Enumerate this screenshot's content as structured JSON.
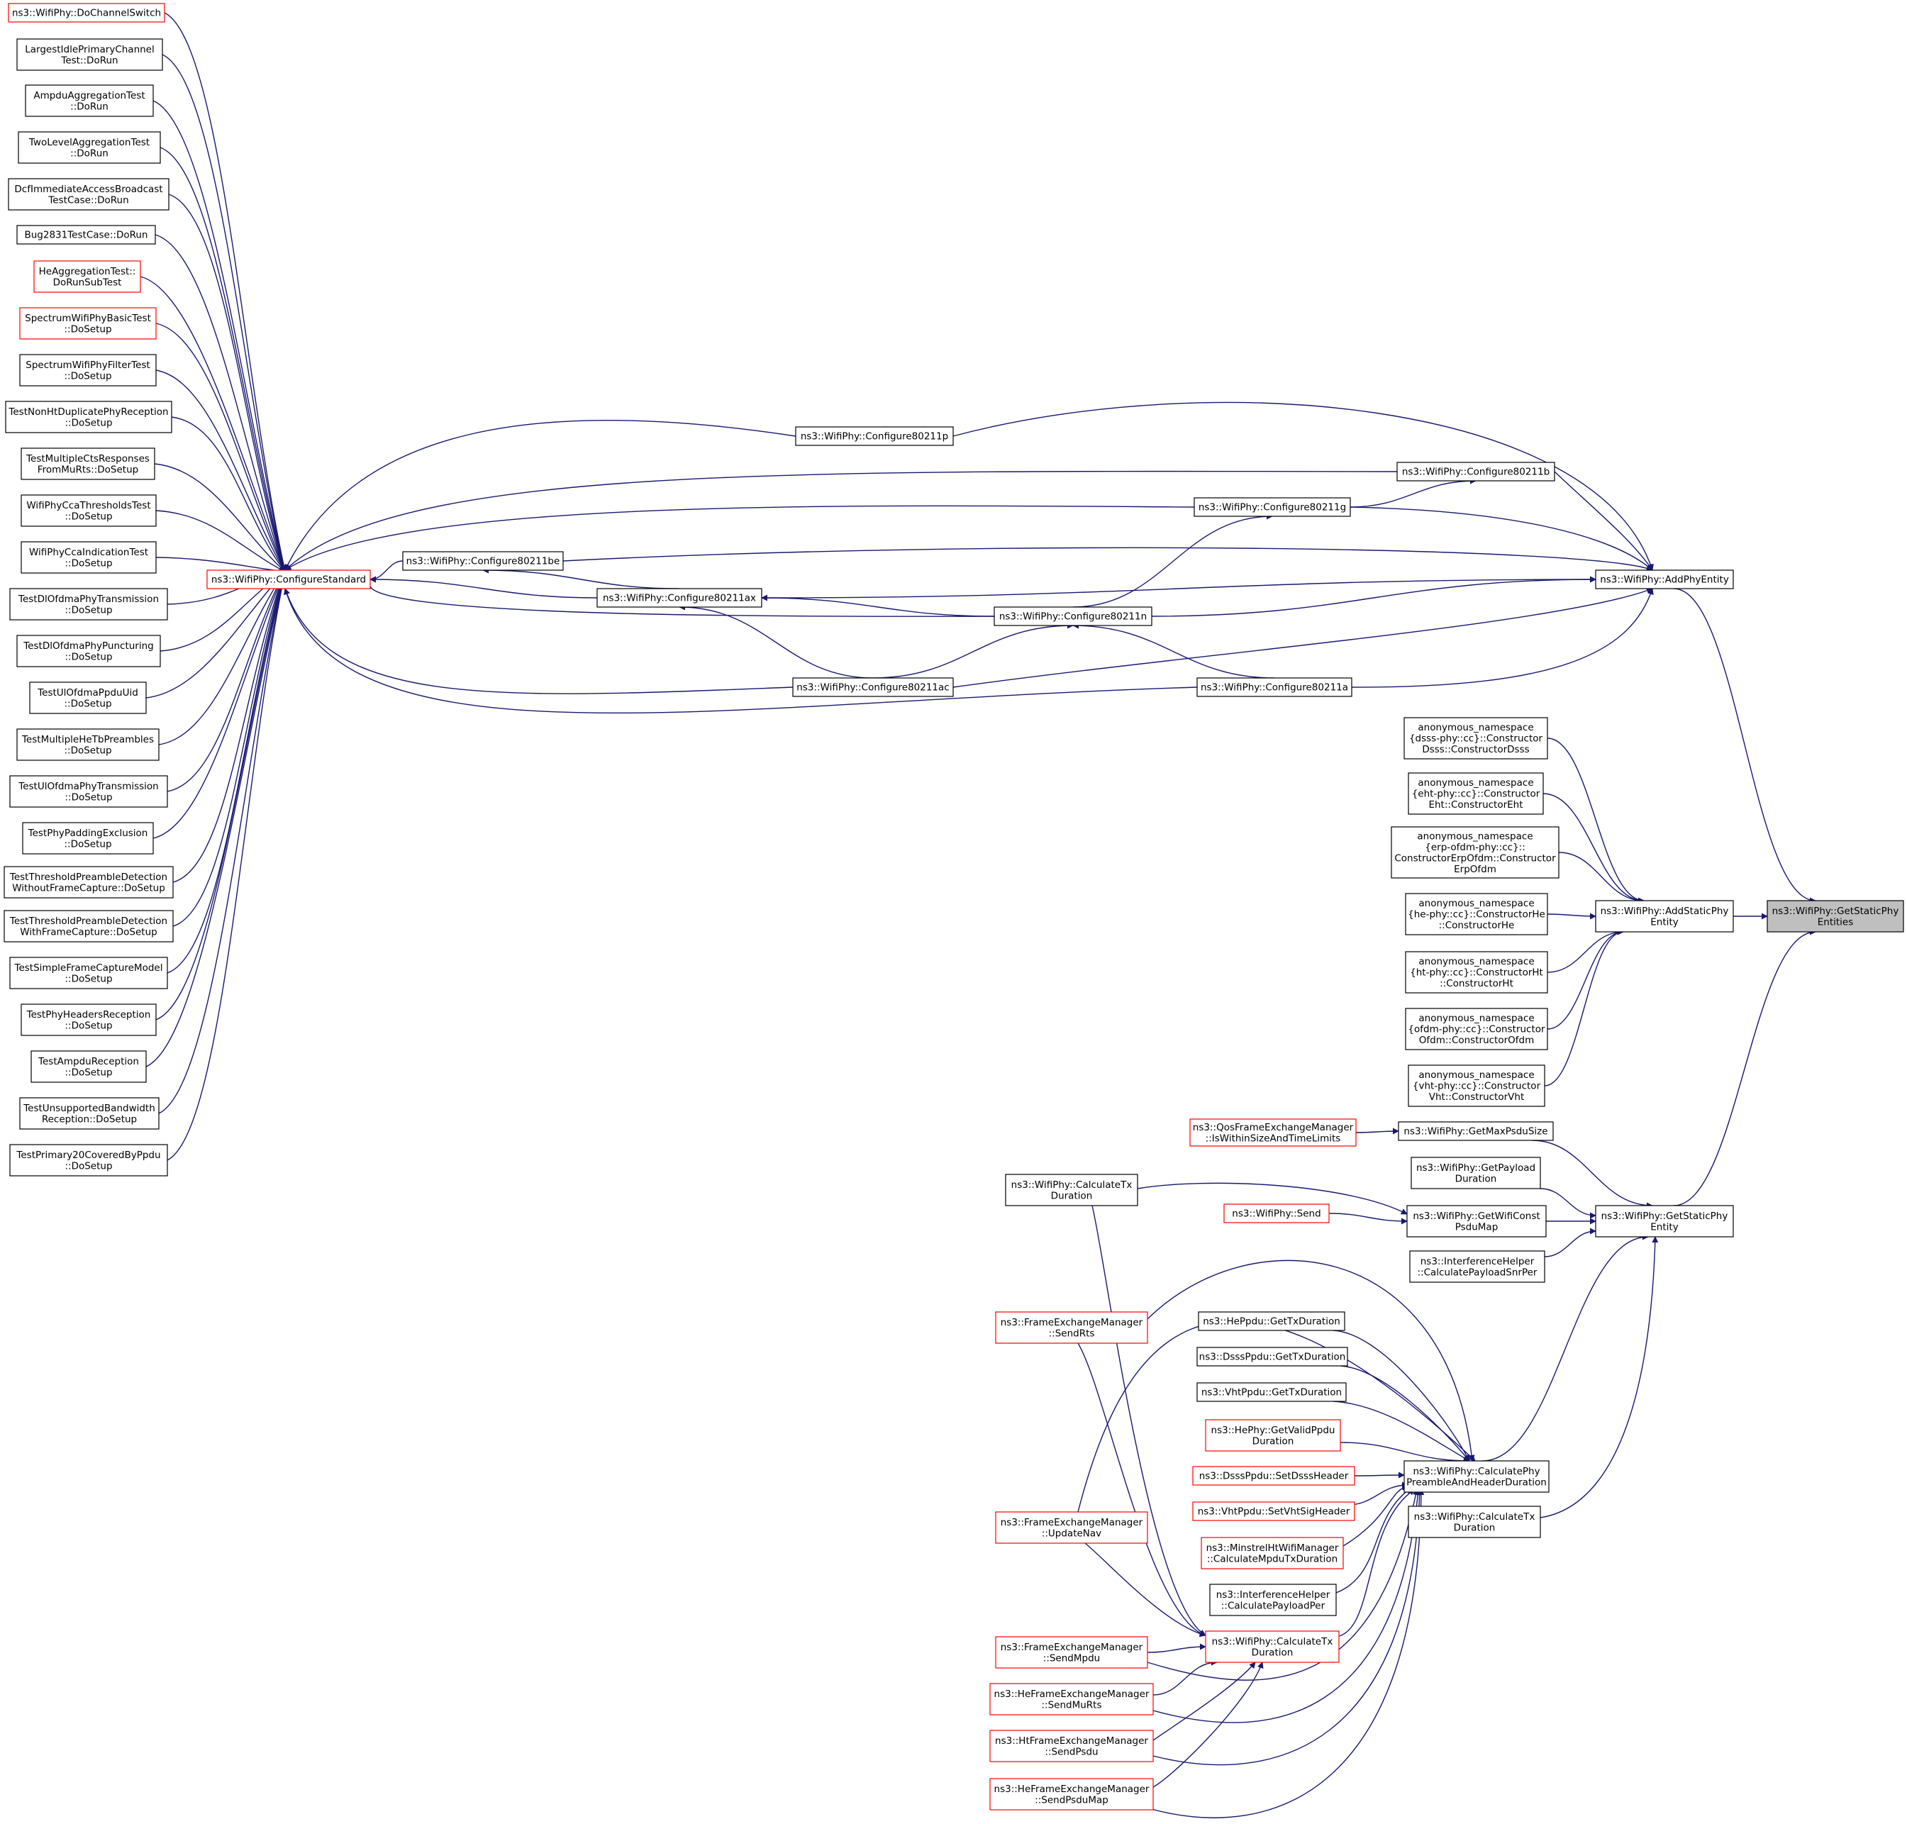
{
  "graph": {
    "kind": "doxygen-caller-graph",
    "edge_color": "#191970",
    "box_border_default": "#000000",
    "box_border_truncated": "#ff0000",
    "box_fill_target": "#bfbfbf",
    "nodes": [
      {
        "id": "n1",
        "lines": [
          "ns3::WifiPhy::DoChannelSwitch"
        ],
        "style": "red"
      },
      {
        "id": "n2",
        "lines": [
          "LargestIdlePrimaryChannel",
          "Test::DoRun"
        ],
        "style": "black"
      },
      {
        "id": "n3",
        "lines": [
          "AmpduAggregationTest",
          "::DoRun"
        ],
        "style": "black"
      },
      {
        "id": "n4",
        "lines": [
          "TwoLevelAggregationTest",
          "::DoRun"
        ],
        "style": "black"
      },
      {
        "id": "n5",
        "lines": [
          "DcfImmediateAccessBroadcast",
          "TestCase::DoRun"
        ],
        "style": "black"
      },
      {
        "id": "n6",
        "lines": [
          "Bug2831TestCase::DoRun"
        ],
        "style": "black"
      },
      {
        "id": "n7",
        "lines": [
          "HeAggregationTest::",
          "DoRunSubTest"
        ],
        "style": "red"
      },
      {
        "id": "n8",
        "lines": [
          "SpectrumWifiPhyBasicTest",
          "::DoSetup"
        ],
        "style": "red"
      },
      {
        "id": "n9",
        "lines": [
          "SpectrumWifiPhyFilterTest",
          "::DoSetup"
        ],
        "style": "black"
      },
      {
        "id": "n10",
        "lines": [
          "TestNonHtDuplicatePhyReception",
          "::DoSetup"
        ],
        "style": "black"
      },
      {
        "id": "n11",
        "lines": [
          "TestMultipleCtsResponses",
          "FromMuRts::DoSetup"
        ],
        "style": "black"
      },
      {
        "id": "n12",
        "lines": [
          "WifiPhyCcaThresholdsTest",
          "::DoSetup"
        ],
        "style": "black"
      },
      {
        "id": "n13",
        "lines": [
          "WifiPhyCcaIndicationTest",
          "::DoSetup"
        ],
        "style": "black"
      },
      {
        "id": "n14",
        "lines": [
          "TestDlOfdmaPhyTransmission",
          "::DoSetup"
        ],
        "style": "black"
      },
      {
        "id": "n15",
        "lines": [
          "TestDlOfdmaPhyPuncturing",
          "::DoSetup"
        ],
        "style": "black"
      },
      {
        "id": "n16",
        "lines": [
          "TestUlOfdmaPpduUid",
          "::DoSetup"
        ],
        "style": "black"
      },
      {
        "id": "n17",
        "lines": [
          "TestMultipleHeTbPreambles",
          "::DoSetup"
        ],
        "style": "black"
      },
      {
        "id": "n18",
        "lines": [
          "TestUlOfdmaPhyTransmission",
          "::DoSetup"
        ],
        "style": "black"
      },
      {
        "id": "n19",
        "lines": [
          "TestPhyPaddingExclusion",
          "::DoSetup"
        ],
        "style": "black"
      },
      {
        "id": "n20",
        "lines": [
          "TestThresholdPreambleDetection",
          "WithoutFrameCapture::DoSetup"
        ],
        "style": "black"
      },
      {
        "id": "n21",
        "lines": [
          "TestThresholdPreambleDetection",
          "WithFrameCapture::DoSetup"
        ],
        "style": "black"
      },
      {
        "id": "n22",
        "lines": [
          "TestSimpleFrameCaptureModel",
          "::DoSetup"
        ],
        "style": "black"
      },
      {
        "id": "n23",
        "lines": [
          "TestPhyHeadersReception",
          "::DoSetup"
        ],
        "style": "black"
      },
      {
        "id": "n24",
        "lines": [
          "TestAmpduReception",
          "::DoSetup"
        ],
        "style": "black"
      },
      {
        "id": "n25",
        "lines": [
          "TestUnsupportedBandwidth",
          "Reception::DoSetup"
        ],
        "style": "black"
      },
      {
        "id": "n26",
        "lines": [
          "TestPrimary20CoveredByPpdu",
          "::DoSetup"
        ],
        "style": "black"
      },
      {
        "id": "cs",
        "lines": [
          "ns3::WifiPhy::ConfigureStandard"
        ],
        "style": "red"
      },
      {
        "id": "c11p",
        "lines": [
          "ns3::WifiPhy::Configure80211p"
        ],
        "style": "black"
      },
      {
        "id": "c11b",
        "lines": [
          "ns3::WifiPhy::Configure80211b"
        ],
        "style": "black"
      },
      {
        "id": "c11g",
        "lines": [
          "ns3::WifiPhy::Configure80211g"
        ],
        "style": "black"
      },
      {
        "id": "c11be",
        "lines": [
          "ns3::WifiPhy::Configure80211be"
        ],
        "style": "black"
      },
      {
        "id": "c11ax",
        "lines": [
          "ns3::WifiPhy::Configure80211ax"
        ],
        "style": "black"
      },
      {
        "id": "c11n",
        "lines": [
          "ns3::WifiPhy::Configure80211n"
        ],
        "style": "black"
      },
      {
        "id": "c11ac",
        "lines": [
          "ns3::WifiPhy::Configure80211ac"
        ],
        "style": "black"
      },
      {
        "id": "c11a",
        "lines": [
          "ns3::WifiPhy::Configure80211a"
        ],
        "style": "black"
      },
      {
        "id": "ape",
        "lines": [
          "ns3::WifiPhy::AddPhyEntity"
        ],
        "style": "black"
      },
      {
        "id": "k1",
        "lines": [
          "anonymous_namespace",
          "{dsss-phy::cc}::Constructor",
          "Dsss::ConstructorDsss"
        ],
        "style": "black"
      },
      {
        "id": "k2",
        "lines": [
          "anonymous_namespace",
          "{eht-phy::cc}::Constructor",
          "Eht::ConstructorEht"
        ],
        "style": "black"
      },
      {
        "id": "k3",
        "lines": [
          "anonymous_namespace",
          "{erp-ofdm-phy::cc}::",
          "ConstructorErpOfdm::Constructor",
          "ErpOfdm"
        ],
        "style": "black"
      },
      {
        "id": "k4",
        "lines": [
          "anonymous_namespace",
          "{he-phy::cc}::ConstructorHe",
          "::ConstructorHe"
        ],
        "style": "black"
      },
      {
        "id": "k5",
        "lines": [
          "anonymous_namespace",
          "{ht-phy::cc}::ConstructorHt",
          "::ConstructorHt"
        ],
        "style": "black"
      },
      {
        "id": "k6",
        "lines": [
          "anonymous_namespace",
          "{ofdm-phy::cc}::Constructor",
          "Ofdm::ConstructorOfdm"
        ],
        "style": "black"
      },
      {
        "id": "k7",
        "lines": [
          "anonymous_namespace",
          "{vht-phy::cc}::Constructor",
          "Vht::ConstructorVht"
        ],
        "style": "black"
      },
      {
        "id": "aspe",
        "lines": [
          "ns3::WifiPhy::AddStaticPhy",
          "Entity"
        ],
        "style": "black"
      },
      {
        "id": "target",
        "lines": [
          "ns3::WifiPhy::GetStaticPhy",
          "Entities"
        ],
        "style": "target"
      },
      {
        "id": "qfem",
        "lines": [
          "ns3::QosFrameExchangeManager",
          "::IsWithinSizeAndTimeLimits"
        ],
        "style": "red"
      },
      {
        "id": "gmps",
        "lines": [
          "ns3::WifiPhy::GetMaxPsduSize"
        ],
        "style": "black"
      },
      {
        "id": "ctd1",
        "lines": [
          "ns3::WifiPhy::CalculateTx",
          "Duration"
        ],
        "style": "black"
      },
      {
        "id": "gpd",
        "lines": [
          "ns3::WifiPhy::GetPayload",
          "Duration"
        ],
        "style": "black"
      },
      {
        "id": "send",
        "lines": [
          "ns3::WifiPhy::Send"
        ],
        "style": "red"
      },
      {
        "id": "gwcpm",
        "lines": [
          "ns3::WifiPhy::GetWifiConst",
          "PsduMap"
        ],
        "style": "black"
      },
      {
        "id": "gspe",
        "lines": [
          "ns3::WifiPhy::GetStaticPhy",
          "Entity"
        ],
        "style": "black"
      },
      {
        "id": "ih1",
        "lines": [
          "ns3::InterferenceHelper",
          "::CalculatePayloadSnrPer"
        ],
        "style": "black"
      },
      {
        "id": "srts",
        "lines": [
          "ns3::FrameExchangeManager",
          "::SendRts"
        ],
        "style": "red"
      },
      {
        "id": "hegtd",
        "lines": [
          "ns3::HePpdu::GetTxDuration"
        ],
        "style": "black"
      },
      {
        "id": "dsgtd",
        "lines": [
          "ns3::DsssPpdu::GetTxDuration"
        ],
        "style": "black"
      },
      {
        "id": "vhgtd",
        "lines": [
          "ns3::VhtPpdu::GetTxDuration"
        ],
        "style": "black"
      },
      {
        "id": "hegvpd",
        "lines": [
          "ns3::HePhy::GetValidPpdu",
          "Duration"
        ],
        "style": "red"
      },
      {
        "id": "dssh",
        "lines": [
          "ns3::DsssPpdu::SetDsssHeader"
        ],
        "style": "red"
      },
      {
        "id": "vhsh",
        "lines": [
          "ns3::VhtPpdu::SetVhtSigHeader"
        ],
        "style": "red"
      },
      {
        "id": "mhwm",
        "lines": [
          "ns3::MinstrelHtWifiManager",
          "::CalculateMpduTxDuration"
        ],
        "style": "red"
      },
      {
        "id": "ih2",
        "lines": [
          "ns3::InterferenceHelper",
          "::CalculatePayloadPer"
        ],
        "style": "black"
      },
      {
        "id": "cppahd",
        "lines": [
          "ns3::WifiPhy::CalculatePhy",
          "PreambleAndHeaderDuration"
        ],
        "style": "black"
      },
      {
        "id": "ctd2",
        "lines": [
          "ns3::WifiPhy::CalculateTx",
          "Duration"
        ],
        "style": "black"
      },
      {
        "id": "unav",
        "lines": [
          "ns3::FrameExchangeManager",
          "::UpdateNav"
        ],
        "style": "red"
      },
      {
        "id": "ctd3",
        "lines": [
          "ns3::WifiPhy::CalculateTx",
          "Duration"
        ],
        "style": "red"
      },
      {
        "id": "smpdu",
        "lines": [
          "ns3::FrameExchangeManager",
          "::SendMpdu"
        ],
        "style": "red"
      },
      {
        "id": "hmurts",
        "lines": [
          "ns3::HeFrameExchangeManager",
          "::SendMuRts"
        ],
        "style": "red"
      },
      {
        "id": "htpsdu",
        "lines": [
          "ns3::HtFrameExchangeManager",
          "::SendPsdu"
        ],
        "style": "red"
      },
      {
        "id": "hpsdumap",
        "lines": [
          "ns3::HeFrameExchangeManager",
          "::SendPsduMap"
        ],
        "style": "red"
      }
    ]
  }
}
